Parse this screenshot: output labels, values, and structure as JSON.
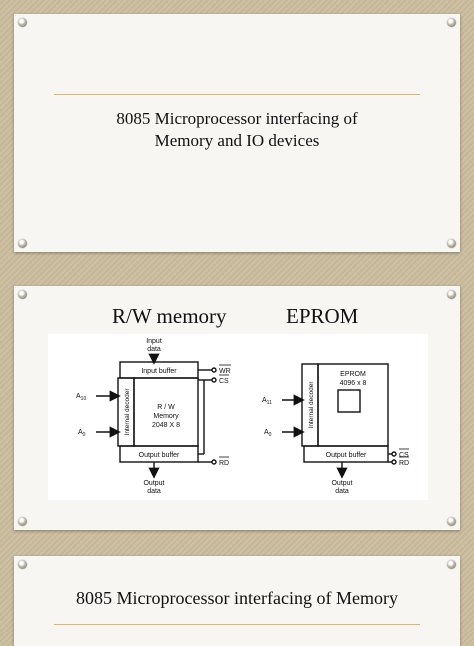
{
  "slide1": {
    "title_line1": "8085 Microprocessor interfacing of",
    "title_line2": "Memory and IO devices"
  },
  "slide2": {
    "label_left": "R/W memory",
    "label_right": "EPROM",
    "rw": {
      "input_top": "Input",
      "input_bottom": "data",
      "input_buffer": "Input buffer",
      "wr": "WR",
      "cs": "CS",
      "a10": "A",
      "a10_sub": "10",
      "a0": "A",
      "a0_sub": "0",
      "decoder": "Internal decoder",
      "mem_line1": "R / W",
      "mem_line2": "Memory",
      "mem_line3": "2048 X 8",
      "output_buffer": "Output buffer",
      "rd": "RD",
      "output_top": "Output",
      "output_bottom": "data"
    },
    "eprom": {
      "title_line1": "EPROM",
      "title_line2": "4096 x 8",
      "a11": "A",
      "a11_sub": "11",
      "a0": "A",
      "a0_sub": "0",
      "decoder": "Internal decoder",
      "output_buffer": "Output buffer",
      "cs": "CS",
      "rd": "RD",
      "output_top": "Output",
      "output_bottom": "data"
    }
  },
  "slide3": {
    "title": "8085 Microprocessor interfacing of Memory"
  }
}
